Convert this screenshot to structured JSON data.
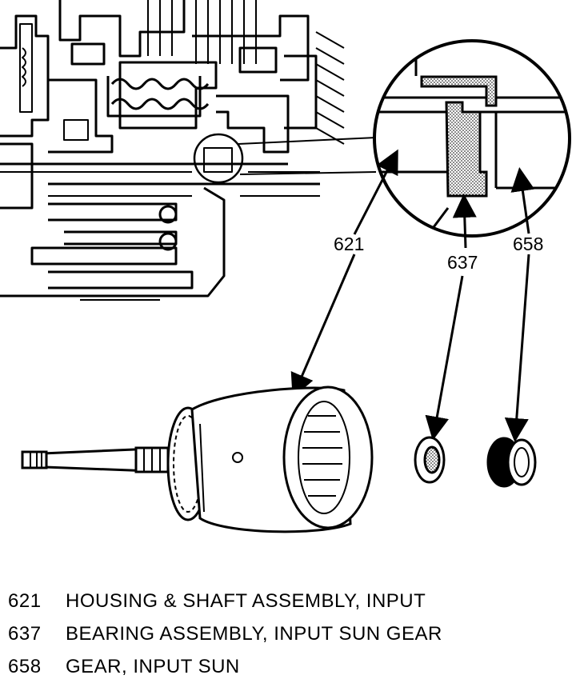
{
  "callouts": {
    "housing": "621",
    "bearing": "637",
    "gear": "658"
  },
  "legend": [
    {
      "number": "621",
      "description": "HOUSING & SHAFT ASSEMBLY, INPUT"
    },
    {
      "number": "637",
      "description": "BEARING ASSEMBLY, INPUT SUN GEAR"
    },
    {
      "number": "658",
      "description": "GEAR, INPUT SUN"
    }
  ]
}
